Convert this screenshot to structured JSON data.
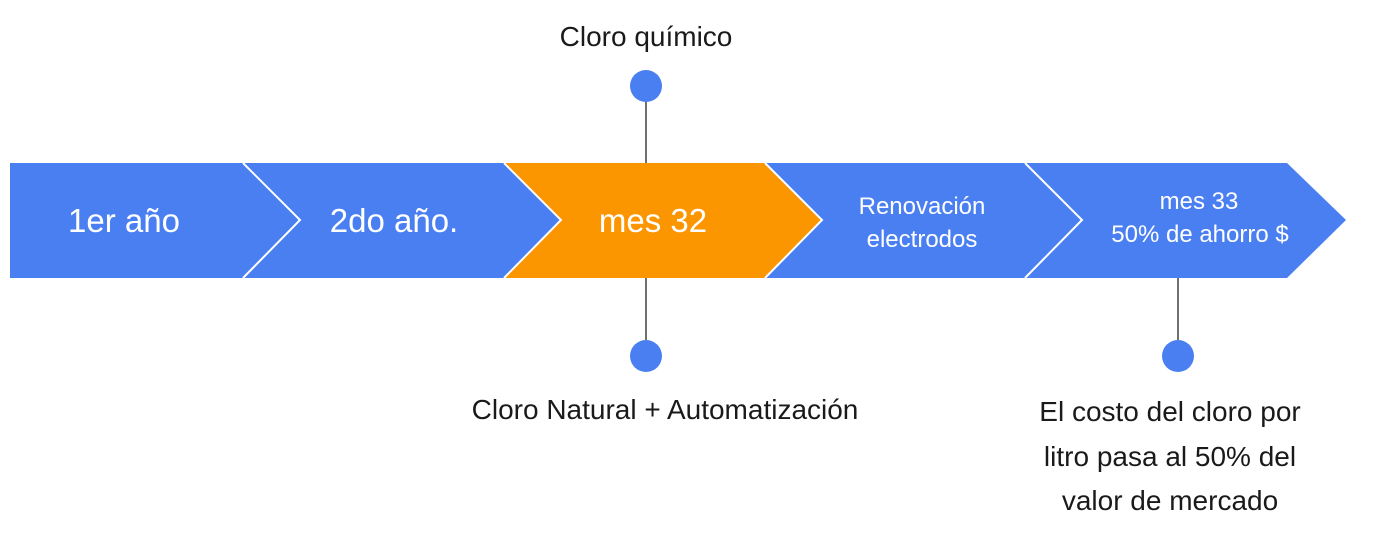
{
  "colors": {
    "segment_blue": "#4a7ff2",
    "segment_orange": "#fb9500",
    "separator": "#ffffff",
    "connector": "#404040",
    "dot": "#4a7ff2",
    "text_dark": "#1a1a1a"
  },
  "segments": [
    {
      "lines": [
        "1er año"
      ],
      "color": "#4a7ff2"
    },
    {
      "lines": [
        "2do año."
      ],
      "color": "#4a7ff2"
    },
    {
      "lines": [
        "mes 32"
      ],
      "color": "#fb9500"
    },
    {
      "lines": [
        "Renovación",
        "electrodos"
      ],
      "color": "#4a7ff2"
    },
    {
      "lines": [
        "mes 33",
        "50% de ahorro $"
      ],
      "color": "#4a7ff2"
    }
  ],
  "annotations": {
    "top_mes32": {
      "lines": [
        "Cloro químico"
      ]
    },
    "bottom_mes32": {
      "lines": [
        "Cloro Natural + Automatización"
      ]
    },
    "bottom_mes33": {
      "lines": [
        "El costo del cloro por",
        "litro pasa al 50% del",
        "valor de mercado"
      ]
    }
  }
}
